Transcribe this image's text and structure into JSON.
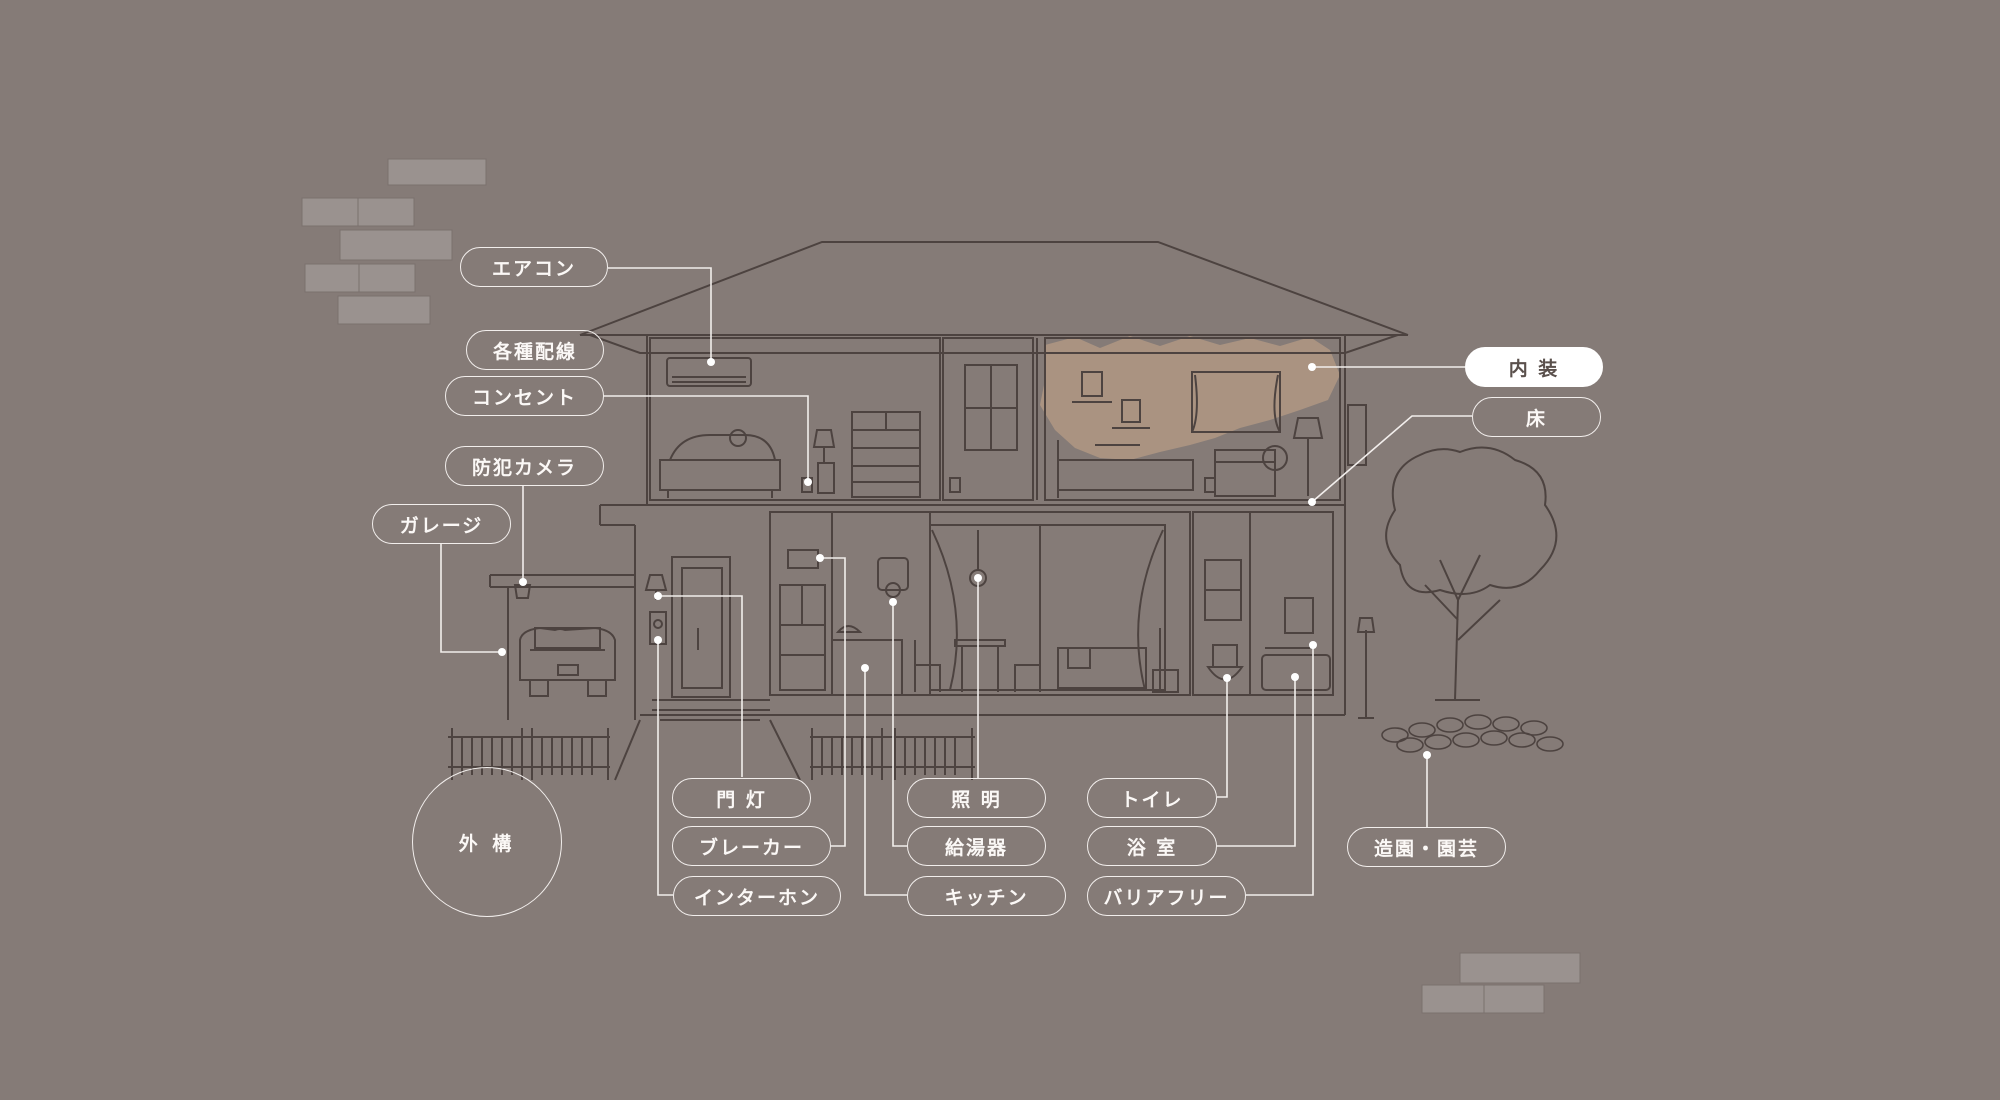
{
  "colors": {
    "background": "#857b77",
    "line": "#4d4340",
    "label_border": "#f2eeec",
    "highlight": "#c9a88a",
    "active_fill": "#ffffff",
    "active_text": "#5a504c"
  },
  "labels": {
    "aircon": "エアコン",
    "wiring": "各種配線",
    "outlet": "コンセント",
    "security_camera": "防犯カメラ",
    "garage": "ガレージ",
    "interior": "内 装",
    "floor": "床",
    "gate_light": "門 灯",
    "breaker": "ブレーカー",
    "intercom": "インターホン",
    "lighting": "照 明",
    "water_heater": "給湯器",
    "kitchen": "キッチン",
    "toilet": "トイレ",
    "bathroom": "浴 室",
    "barrier_free": "バリアフリー",
    "landscaping": "造園・園芸",
    "exterior": "外 構"
  },
  "active_label": "interior"
}
